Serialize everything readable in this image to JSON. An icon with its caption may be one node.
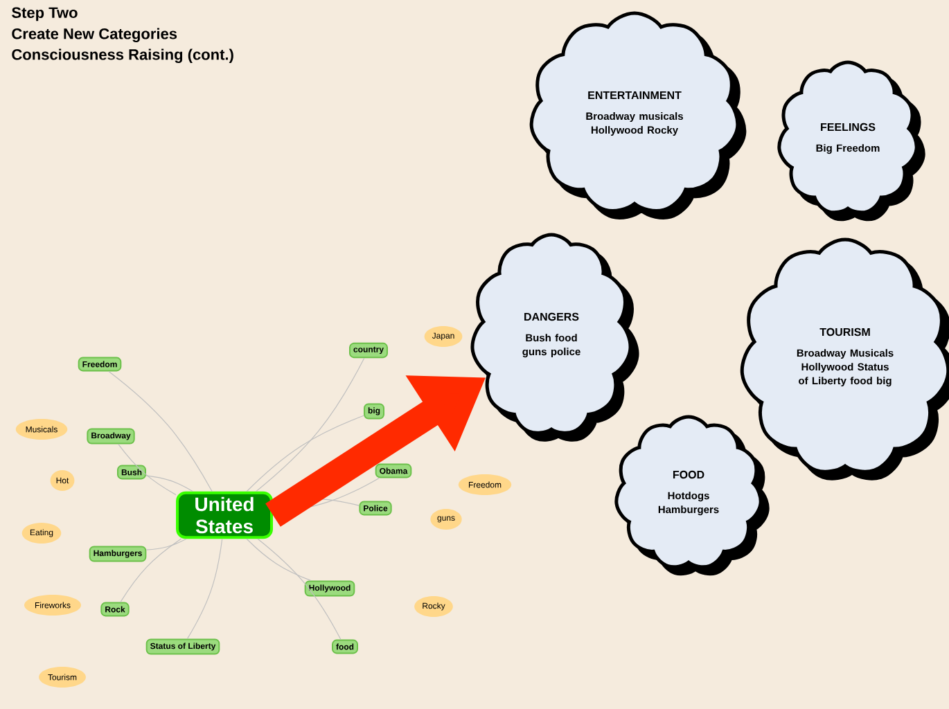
{
  "diagram": {
    "title": "Step Two",
    "labels": [
      "Create  New Categories",
      "Consciousness Raising (cont.)"
    ],
    "nodes": [
      {
        "text": [
          "ENTERTAINMENT",
          "Broadway musicals Hollywood Rocky"
        ]
      },
      {
        "text": [
          "FEELINGS",
          "Big Freedom"
        ]
      },
      {
        "text": [
          "DANGERS",
          "Bush food guns police"
        ]
      },
      {
        "text": [
          "TOURISM",
          "Broadway Musicals Hollywood Status of Liberty food big"
        ]
      },
      {
        "text": [
          "FOOD",
          "Hotdogs Hamburgers"
        ]
      },
      {
        "text": [
          "United States"
        ]
      },
      {
        "text": [
          "Freedom"
        ]
      },
      {
        "text": [
          "Broadway"
        ]
      },
      {
        "text": [
          "Bush"
        ]
      },
      {
        "text": [
          "Hamburgers"
        ]
      },
      {
        "text": [
          "Rock"
        ]
      },
      {
        "text": [
          "Status of Liberty"
        ]
      },
      {
        "text": [
          "country"
        ]
      },
      {
        "text": [
          "big"
        ]
      },
      {
        "text": [
          "Obama"
        ]
      },
      {
        "text": [
          "Police"
        ]
      },
      {
        "text": [
          "Hollywood"
        ]
      },
      {
        "text": [
          "food"
        ]
      },
      {
        "text": [
          "Musicals"
        ]
      },
      {
        "text": [
          "Hot"
        ]
      },
      {
        "text": [
          "Eating"
        ]
      },
      {
        "text": [
          "Fireworks"
        ]
      },
      {
        "text": [
          "Tourism"
        ]
      },
      {
        "text": [
          "Japan"
        ]
      },
      {
        "text": [
          "Freedom"
        ]
      },
      {
        "text": [
          "guns"
        ]
      },
      {
        "text": [
          "Rocky"
        ]
      }
    ],
    "edges": [
      {
        "from": 5,
        "to": 6,
        "arrow": "none"
      },
      {
        "from": 5,
        "to": 7,
        "arrow": "none"
      },
      {
        "from": 5,
        "to": 8,
        "arrow": "none"
      },
      {
        "from": 5,
        "to": 9,
        "arrow": "none"
      },
      {
        "from": 5,
        "to": 10,
        "arrow": "none"
      },
      {
        "from": 5,
        "to": 11,
        "arrow": "none"
      },
      {
        "from": 5,
        "to": 12,
        "arrow": "none"
      },
      {
        "from": 5,
        "to": 13,
        "arrow": "none"
      },
      {
        "from": 5,
        "to": 14,
        "arrow": "none"
      },
      {
        "from": 5,
        "to": 15,
        "arrow": "none"
      },
      {
        "from": 5,
        "to": 16,
        "arrow": "none"
      },
      {
        "from": 5,
        "to": 17,
        "arrow": "none"
      },
      {
        "from": 5,
        "to": 2,
        "arrow": "to",
        "style": "thick",
        "color": "#ff2a00"
      }
    ]
  }
}
